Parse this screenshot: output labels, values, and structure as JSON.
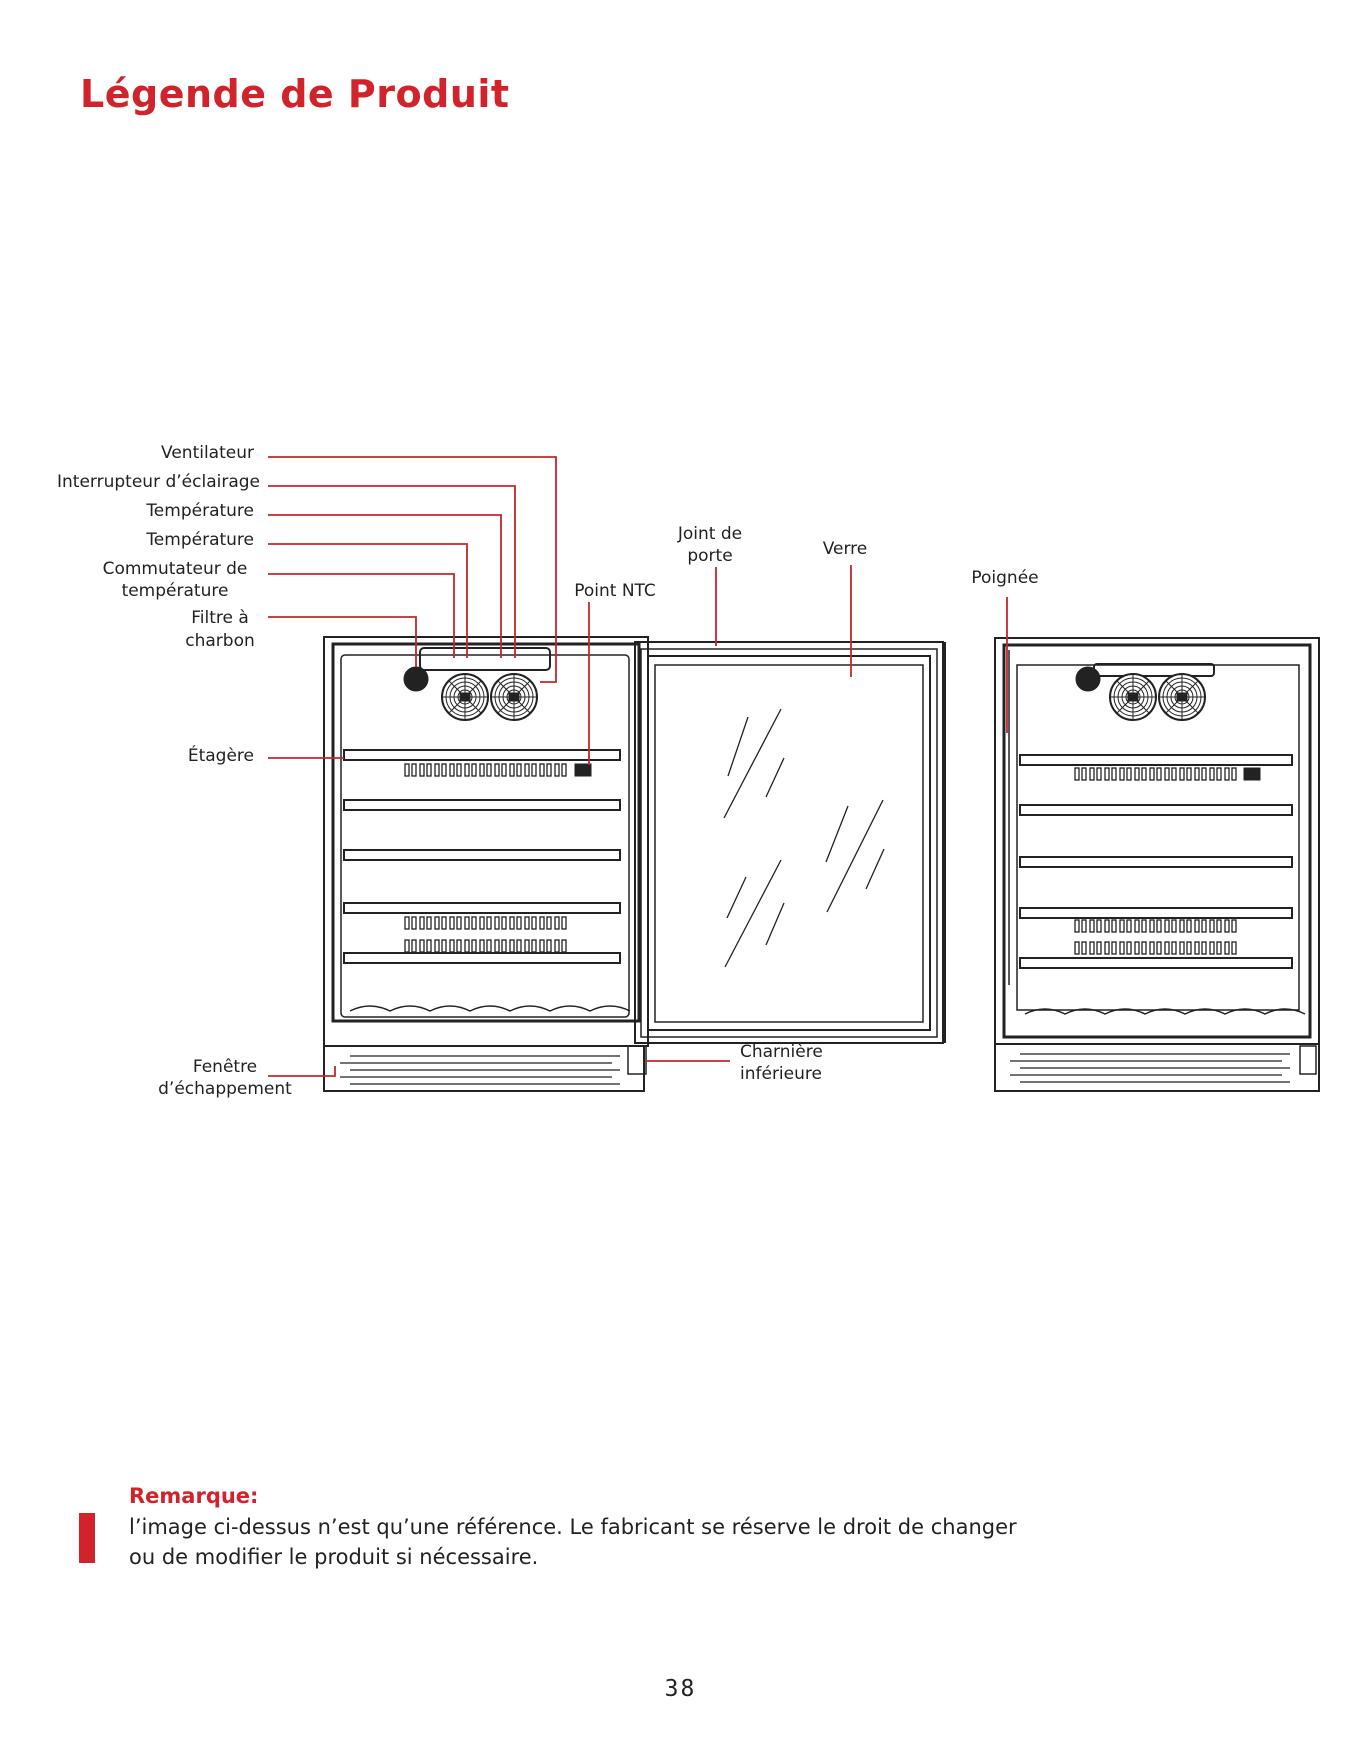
{
  "page": {
    "title": "Légende de Produit",
    "page_number": "38"
  },
  "labels": {
    "ventilateur": "Ventilateur",
    "interrupteur": "Interrupteur d’éclairage",
    "temperature_1": "Température",
    "temperature_2": "Température",
    "commutateur_1": "Commutateur de",
    "commutateur_2": "température",
    "filtre_1": "Filtre à",
    "filtre_2": "charbon",
    "etagere": "Étagère",
    "fenetre_1": "Fenêtre",
    "fenetre_2": "d’échappement",
    "point_ntc": "Point NTC",
    "joint_1": "Joint de",
    "joint_2": "porte",
    "verre": "Verre",
    "poignee": "Poignée",
    "charniere_1": "Charnière",
    "charniere_2": "inférieure"
  },
  "note": {
    "title": "Remarque:",
    "line1": "l’image ci-dessus n’est qu’une référence. Le fabricant se réserve le droit de changer",
    "line2": "ou de modifier le produit si nécessaire."
  },
  "colors": {
    "accent": "#d0232b",
    "leader": "#c0272d",
    "drawing": "#222222"
  }
}
